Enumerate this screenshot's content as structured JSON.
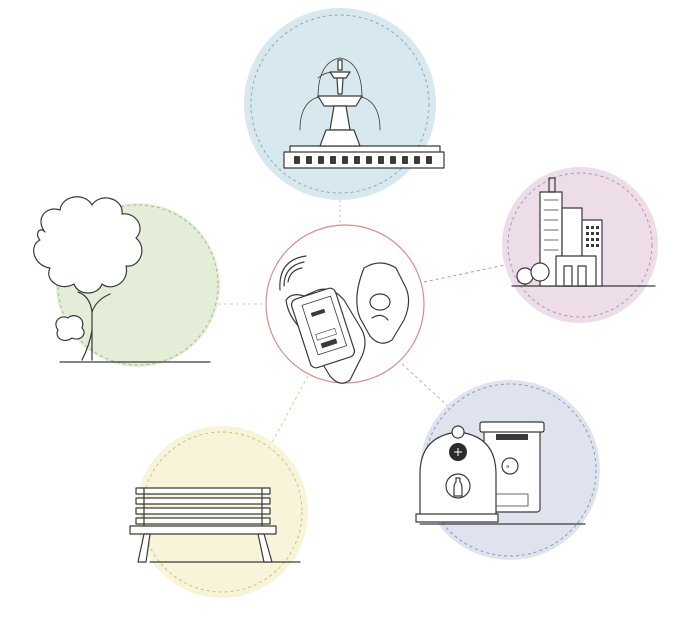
{
  "colors": {
    "fountain_bg": "#d7e8ee",
    "building_bg": "#ecdde9",
    "tree_bg": "#e4edd7",
    "bench_bg": "#f8f4d9",
    "recycle_bg": "#dfe3ee",
    "phone_ring": "#d98c8c",
    "connector": "#d98c8c",
    "connector_green": "#c9d6b0",
    "connector_yellow": "#d9cf8e",
    "connector_blue": "#a9b6d3",
    "ink": "#3a3a3a"
  },
  "nodes": [
    {
      "id": "center",
      "icon": "hand-phone-nfc-icon"
    },
    {
      "id": "fountain",
      "icon": "fountain-icon"
    },
    {
      "id": "buildings",
      "icon": "city-buildings-icon"
    },
    {
      "id": "tree",
      "icon": "tree-icon"
    },
    {
      "id": "bench",
      "icon": "park-bench-icon"
    },
    {
      "id": "recycling",
      "icon": "recycling-containers-icon"
    }
  ]
}
